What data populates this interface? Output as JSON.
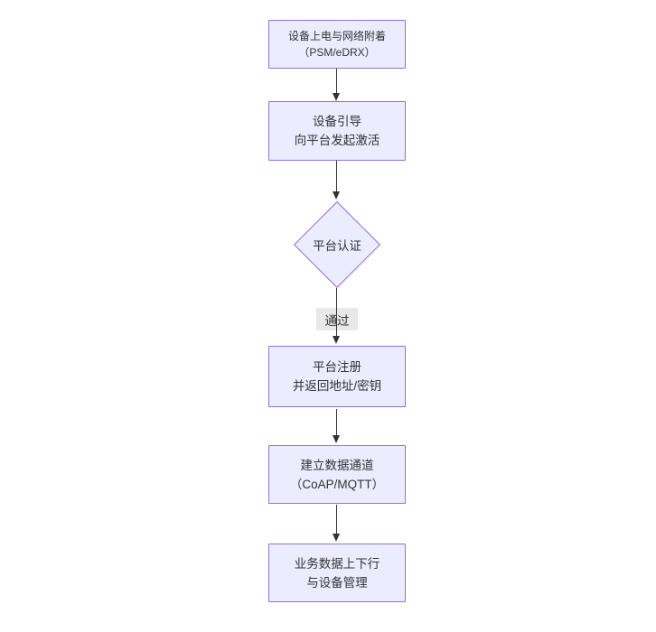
{
  "colors": {
    "background": "#ffffff",
    "node_fill": "#ECECFF",
    "node_border": "#9370DB",
    "arrow": "#333333",
    "edge_label_bg": "#e8e8e8",
    "text": "#333333"
  },
  "flowchart": {
    "nodes": [
      {
        "id": "power-attach",
        "shape": "rect",
        "lines": [
          "设备上电与网络附着",
          "（PSM/eDRX）"
        ]
      },
      {
        "id": "bootstrap",
        "shape": "rect",
        "lines": [
          "设备引导",
          "向平台发起激活"
        ]
      },
      {
        "id": "auth",
        "shape": "diamond",
        "label": "平台认证"
      },
      {
        "id": "register",
        "shape": "rect",
        "lines": [
          "平台注册",
          "并返回地址/密钥"
        ]
      },
      {
        "id": "data-channel",
        "shape": "rect",
        "lines": [
          "建立数据通道",
          "（CoAP/MQTT）"
        ]
      },
      {
        "id": "business",
        "shape": "rect",
        "lines": [
          "业务数据上下行",
          "与设备管理"
        ]
      }
    ],
    "edges": [
      {
        "from": "power-attach",
        "to": "bootstrap",
        "label": ""
      },
      {
        "from": "bootstrap",
        "to": "auth",
        "label": ""
      },
      {
        "from": "auth",
        "to": "register",
        "label": "通过"
      },
      {
        "from": "register",
        "to": "data-channel",
        "label": ""
      },
      {
        "from": "data-channel",
        "to": "business",
        "label": ""
      }
    ]
  }
}
